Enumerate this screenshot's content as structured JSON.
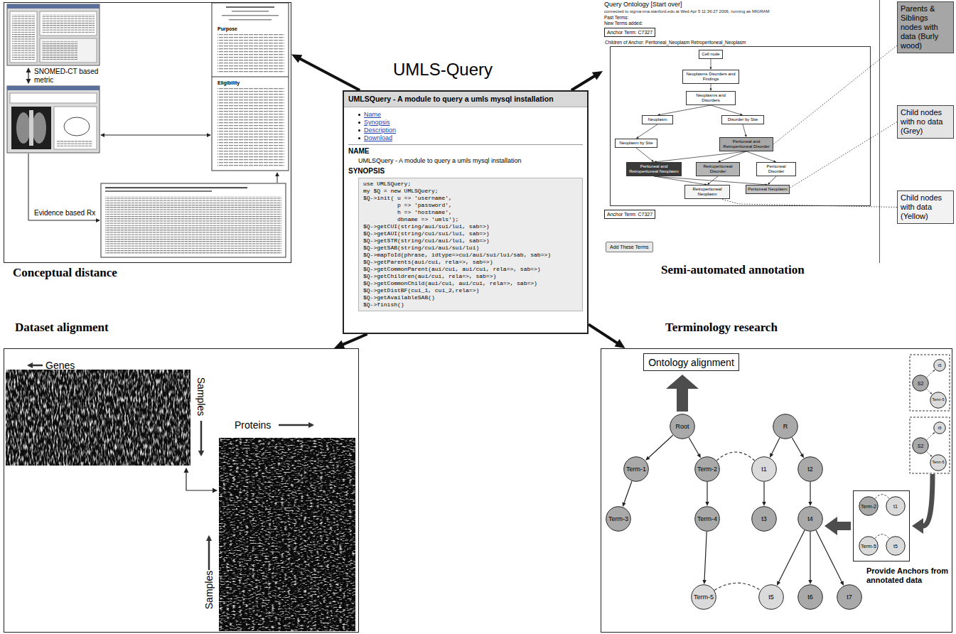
{
  "diagram": {
    "nodes": [
      {
        "text": [
          "Conceptual distance"
        ]
      },
      {
        "text": [
          "UMLSQuery - A module to query a umls mysql installation",
          "Name",
          "Synopsis",
          "Description",
          "Download",
          "NAME",
          "UMLSQuery - A module to query a umls mysql installation",
          "SYNOPSIS",
          "use UMLSQuery;",
          "my $Q = new UMLSQuery;",
          "$Q->init( u => 'username',",
          "          p => 'password',",
          "          h => 'hostname',",
          "          dbname => 'umls');",
          "$Q->getCUI(string/aui/sui/lui, sab=>)",
          "$Q->getAUI(string/cui/sui/lui, sab=>)",
          "$Q->getSTR(string/cui/aui/lui, sab=>)",
          "$Q->getSAB(string/cui/aui/sui/lui)",
          "$Q->mapToId(phrase, idtype=>cui/aui/sui/lui/sab, sab=>)",
          "$Q->getParents(aui/cui, rela=>, sab=>)",
          "$Q->getCommonParent(aui/cui, aui/cui, rela=>, sab=>)",
          "$Q->getChildren(aui/cui, rela=>, sab=>)",
          "$Q->getCommonChild(aui/cui, aui/cui, rela=>, sab=>)",
          "$Q->getDistBF(cui_1, cui_2,rela=>)",
          "$Q->getAvailableSAB()",
          "$Q->finish()"
        ]
      },
      {
        "text": [
          "Semi-automated annotation"
        ]
      },
      {
        "text": [
          "Children of Anchor: Peritoneal_Neoplasm Retroperitoneal_Neoplasm"
        ],
        "in": 2
      },
      {
        "text": [
          "Cell node"
        ],
        "in": 3
      },
      {
        "text": [
          "Neoplasms Disorders and Findings"
        ],
        "in": 3
      },
      {
        "text": [
          "Neoplasms and Disorders"
        ],
        "in": 3
      },
      {
        "text": [
          "Neoplasm"
        ],
        "in": 3
      },
      {
        "text": [
          "Disorder by Site"
        ],
        "in": 3
      },
      {
        "text": [
          "Neoplasm by Site"
        ],
        "in": 3
      },
      {
        "text": [
          "Peritoneal and Retroperitoneal Disorder"
        ],
        "in": 3
      },
      {
        "text": [
          "Peritoneal and Retroperitoneal Neoplasm"
        ],
        "in": 3
      },
      {
        "text": [
          "Retroperitoneal Disorder"
        ],
        "in": 3
      },
      {
        "text": [
          "Peritoneal Disorder"
        ],
        "in": 3
      },
      {
        "text": [
          "Retroperitoneal Neoplasm"
        ],
        "in": 3
      },
      {
        "text": [
          "Peritoneal Neoplasm"
        ],
        "in": 3
      },
      {
        "text": [
          "Parents & Siblings nodes with data (Burly wood)"
        ]
      },
      {
        "text": [
          "Child nodes with no data (Grey)"
        ]
      },
      {
        "text": [
          "Child nodes with data (Yellow)"
        ]
      },
      {
        "text": [
          "Dataset alignment"
        ]
      },
      {
        "text": [
          "Terminology research"
        ]
      },
      {
        "text": [
          "Ontology alignment"
        ],
        "in": 20
      },
      {
        "text": [
          "Root"
        ],
        "in": 20
      },
      {
        "text": [
          "Term-1"
        ],
        "in": 20
      },
      {
        "text": [
          "Term-2"
        ],
        "in": 20
      },
      {
        "text": [
          "Term-3"
        ],
        "in": 20
      },
      {
        "text": [
          "Term-4"
        ],
        "in": 20
      },
      {
        "text": [
          "Term-5"
        ],
        "in": 20
      },
      {
        "text": [
          "R"
        ],
        "in": 20
      },
      {
        "text": [
          "t1"
        ],
        "in": 20
      },
      {
        "text": [
          "t2"
        ],
        "in": 20
      },
      {
        "text": [
          "t3"
        ],
        "in": 20
      },
      {
        "text": [
          "t4"
        ],
        "in": 20
      },
      {
        "text": [
          "t5"
        ],
        "in": 20
      },
      {
        "text": [
          "t6"
        ],
        "in": 20
      },
      {
        "text": [
          "t7"
        ],
        "in": 20
      },
      {
        "text": [
          "S2"
        ],
        "in": 20
      },
      {
        "text": [
          "t5"
        ],
        "in": 20
      },
      {
        "text": [
          "Term-5"
        ],
        "in": 20
      },
      {
        "text": [
          "S2"
        ],
        "in": 20
      },
      {
        "text": [
          "t5"
        ],
        "in": 20
      },
      {
        "text": [
          "Term-5"
        ],
        "in": 20
      },
      {
        "text": [
          "Provide Anchors from annotated data"
        ],
        "in": 20
      },
      {
        "text": [
          "Term-2"
        ],
        "in": 42
      },
      {
        "text": [
          "t1"
        ],
        "in": 42
      },
      {
        "text": [
          "Term-5"
        ],
        "in": 42
      },
      {
        "text": [
          "t5"
        ],
        "in": 42
      }
    ],
    "edges": [
      {
        "from": 1,
        "to": 0,
        "arrow": "to"
      },
      {
        "from": 1,
        "to": 2,
        "arrow": "to"
      },
      {
        "from": 1,
        "to": 19,
        "arrow": "to"
      },
      {
        "from": 1,
        "to": 20,
        "arrow": "to"
      },
      {
        "from": 4,
        "to": 5,
        "arrow": "to"
      },
      {
        "from": 5,
        "to": 6,
        "arrow": "to"
      },
      {
        "from": 6,
        "to": 7,
        "arrow": "to"
      },
      {
        "from": 6,
        "to": 8,
        "arrow": "to"
      },
      {
        "from": 7,
        "to": 9,
        "arrow": "to"
      },
      {
        "from": 8,
        "to": 10,
        "arrow": "to"
      },
      {
        "from": 9,
        "to": 11,
        "arrow": "to"
      },
      {
        "from": 10,
        "to": 11,
        "arrow": "to"
      },
      {
        "from": 10,
        "to": 12,
        "arrow": "to"
      },
      {
        "from": 10,
        "to": 13,
        "arrow": "to"
      },
      {
        "from": 11,
        "to": 14,
        "arrow": "to"
      },
      {
        "from": 11,
        "to": 15,
        "arrow": "to"
      },
      {
        "from": 12,
        "to": 14,
        "arrow": "to"
      },
      {
        "from": 13,
        "to": 15,
        "arrow": "to"
      },
      {
        "from": 16,
        "to": 10,
        "arrow": "none"
      },
      {
        "from": 17,
        "to": 15,
        "arrow": "none"
      },
      {
        "from": 18,
        "to": 14,
        "arrow": "none"
      },
      {
        "from": 22,
        "to": 23,
        "arrow": "to"
      },
      {
        "from": 22,
        "to": 24,
        "arrow": "to"
      },
      {
        "from": 23,
        "to": 25,
        "arrow": "to"
      },
      {
        "from": 24,
        "to": 26,
        "arrow": "to"
      },
      {
        "from": 26,
        "to": 27,
        "arrow": "to"
      },
      {
        "from": 28,
        "to": 29,
        "arrow": "to"
      },
      {
        "from": 28,
        "to": 30,
        "arrow": "to"
      },
      {
        "from": 29,
        "to": 31,
        "arrow": "to"
      },
      {
        "from": 30,
        "to": 32,
        "arrow": "to"
      },
      {
        "from": 32,
        "to": 33,
        "arrow": "to"
      },
      {
        "from": 32,
        "to": 34,
        "arrow": "to"
      },
      {
        "from": 32,
        "to": 35,
        "arrow": "to"
      },
      {
        "from": 24,
        "to": 29,
        "arrow": "none"
      },
      {
        "from": 27,
        "to": 33,
        "arrow": "none"
      },
      {
        "from": 36,
        "to": 37,
        "arrow": "to"
      },
      {
        "from": 36,
        "to": 38,
        "arrow": "to"
      },
      {
        "from": 39,
        "to": 40,
        "arrow": "to"
      },
      {
        "from": 39,
        "to": 41,
        "arrow": "to"
      },
      {
        "from": 43,
        "to": 44,
        "arrow": "none"
      },
      {
        "from": 45,
        "to": 46,
        "arrow": "none"
      }
    ],
    "labels": [
      "UMLS-Query",
      "SNOMED-CT based metric",
      "Evidence based Rx",
      "Purpose",
      "Eligibility",
      "Query Ontology [Start over]",
      "connected to sigma-tma.stanford.edu at Wed Apr 5 11:36:27 2006, running as MIGRAM",
      "Past Terms:",
      "New Terms added:",
      "Anchor Term: C7327",
      "Anchor Term: C7327",
      "Add These Terms",
      "Genes",
      "Samples",
      "Proteins",
      "Samples"
    ]
  }
}
